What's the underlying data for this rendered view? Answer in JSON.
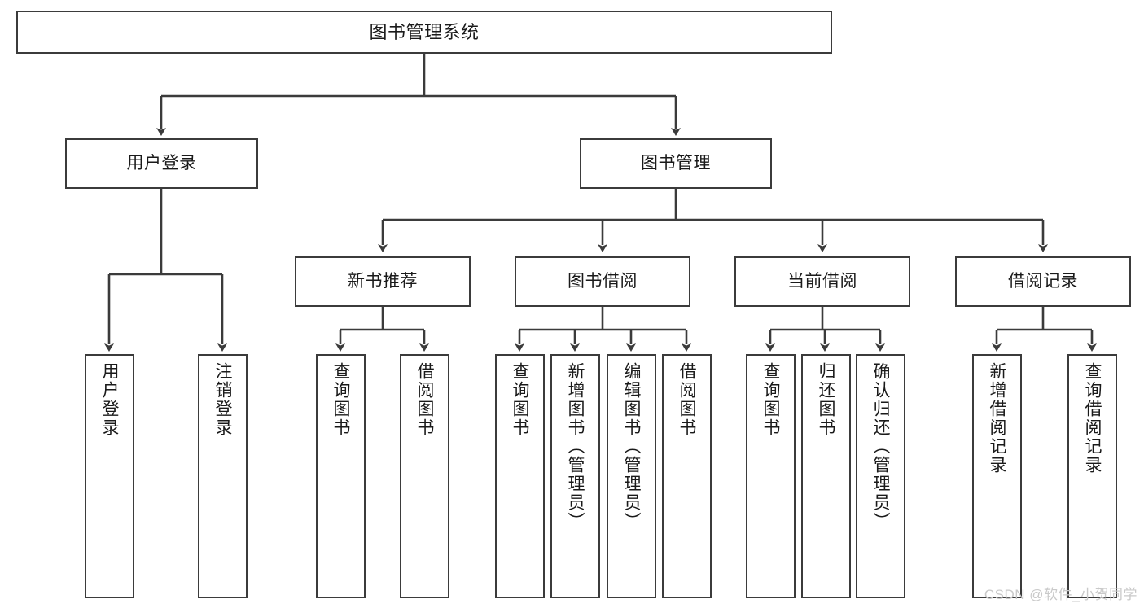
{
  "diagram": {
    "type": "tree-hierarchy-chart",
    "title": "图书管理系统",
    "line_color": "#3b3b3b",
    "box_fill": "#ffffff",
    "text_color": "#1a1a1a",
    "levels": [
      {
        "level": 0,
        "nodes": [
          {
            "id": "root",
            "label": "图书管理系统"
          }
        ]
      },
      {
        "level": 1,
        "nodes": [
          {
            "id": "login",
            "label": "用户登录"
          },
          {
            "id": "bookmgmt",
            "label": "图书管理"
          }
        ]
      },
      {
        "level": 2,
        "nodes": [
          {
            "id": "newbook",
            "label": "新书推荐"
          },
          {
            "id": "borrow",
            "label": "图书借阅"
          },
          {
            "id": "current",
            "label": "当前借阅"
          },
          {
            "id": "record",
            "label": "借阅记录"
          }
        ]
      },
      {
        "level": 3,
        "nodes": [
          {
            "id": "leaf1",
            "label": "用户登录",
            "parent": "login"
          },
          {
            "id": "leaf2",
            "label": "注销登录",
            "parent": "login"
          },
          {
            "id": "leaf3",
            "label": "查询图书",
            "parent": "newbook"
          },
          {
            "id": "leaf4",
            "label": "借阅图书",
            "parent": "newbook"
          },
          {
            "id": "leaf5",
            "label": "查询图书",
            "parent": "borrow"
          },
          {
            "id": "leaf6",
            "label": "新增图书（管理员）",
            "parent": "borrow"
          },
          {
            "id": "leaf7",
            "label": "编辑图书（管理员）",
            "parent": "borrow"
          },
          {
            "id": "leaf8",
            "label": "借阅图书",
            "parent": "borrow"
          },
          {
            "id": "leaf9",
            "label": "查询图书",
            "parent": "current"
          },
          {
            "id": "leaf10",
            "label": "归还图书",
            "parent": "current"
          },
          {
            "id": "leaf11",
            "label": "确认归还（管理员）",
            "parent": "current"
          },
          {
            "id": "leaf12",
            "label": "新增借阅记录",
            "parent": "record"
          },
          {
            "id": "leaf13",
            "label": "查询借阅记录",
            "parent": "record"
          }
        ]
      }
    ]
  },
  "watermark": {
    "text": "CSDN @软件_小贺同学"
  }
}
